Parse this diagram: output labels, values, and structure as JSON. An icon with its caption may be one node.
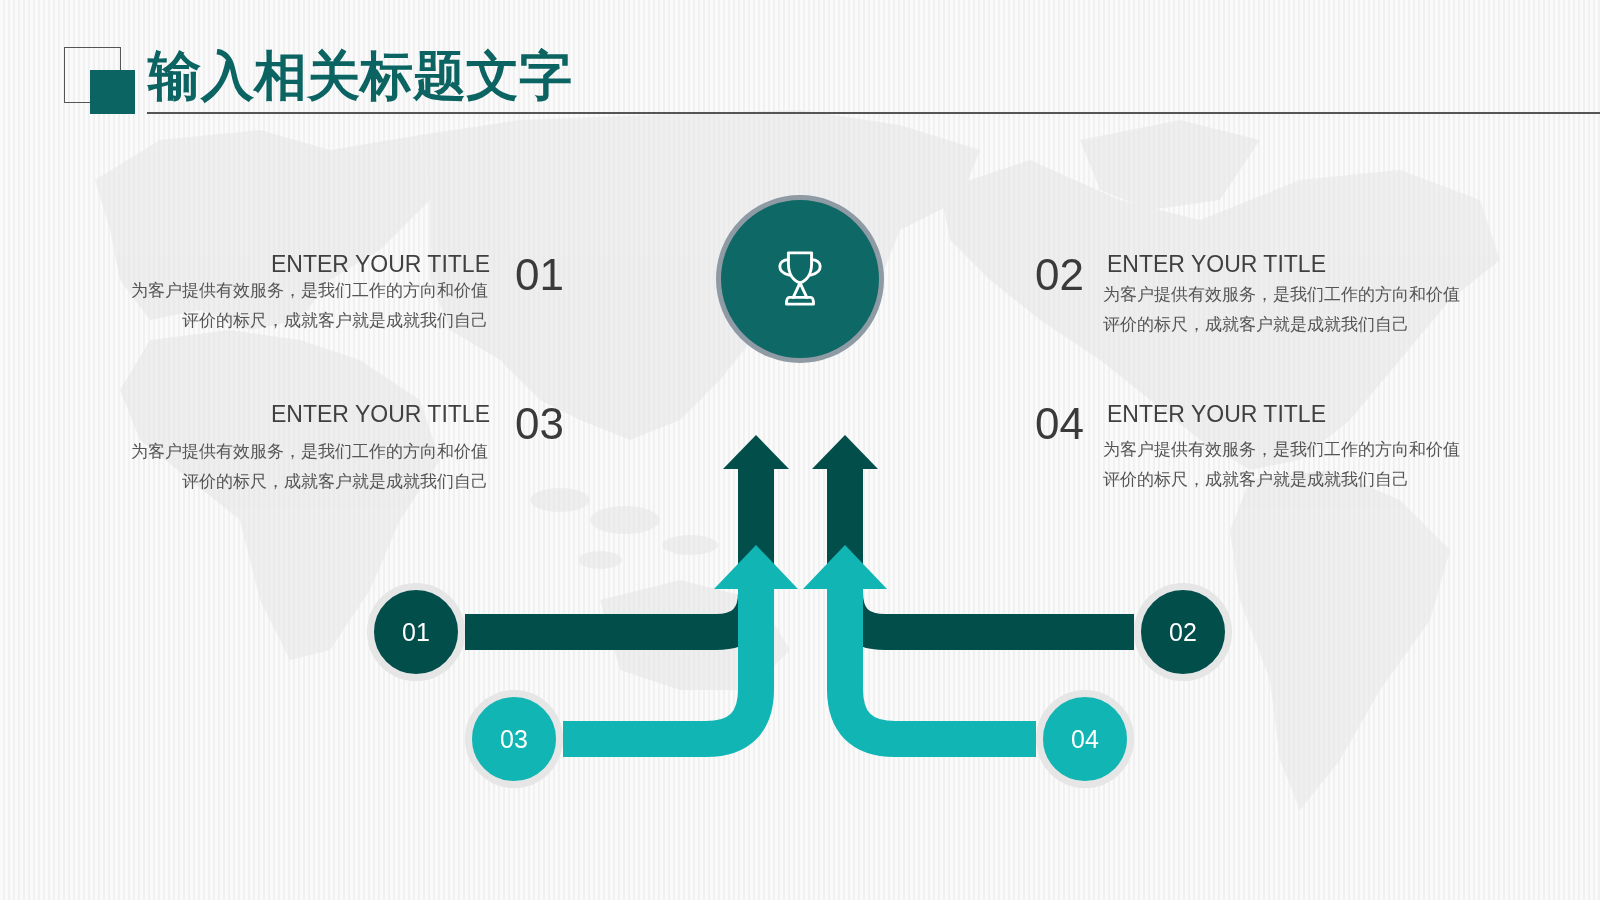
{
  "diagram": {
    "title": "输入相关标题文字",
    "nodes": [
      {
        "text": [],
        "shape": "circle"
      },
      {
        "text": [
          "01"
        ]
      },
      {
        "text": [
          "02"
        ]
      },
      {
        "text": [
          "03"
        ]
      },
      {
        "text": [
          "04"
        ]
      }
    ],
    "edges": [
      {
        "from": 1,
        "to": 0,
        "arrow": "to",
        "color": "#024e4b"
      },
      {
        "from": 2,
        "to": 0,
        "arrow": "to",
        "color": "#024e4b"
      },
      {
        "from": 3,
        "to": null,
        "arrow": "to",
        "color": "#10b5b4"
      },
      {
        "from": 4,
        "to": null,
        "arrow": "to",
        "color": "#10b5b4"
      }
    ],
    "labels": [
      "ENTER YOUR TITLE",
      "为客户提供有效服务，是我们工作的方向和价值评价的标尺，成就客户就是成就我们自己",
      "01",
      "02",
      "ENTER YOUR TITLE",
      "为客户提供有效服务，是我们工作的方向和价值评价的标尺，成就客户就是成就我们自己",
      "ENTER YOUR TITLE",
      "为客户提供有效服务，是我们工作的方向和价值评价的标尺，成就客户就是成就我们自己",
      "03",
      "04",
      "ENTER YOUR TITLE",
      "为客户提供有效服务，是我们工作的方向和价值评价的标尺，成就客户就是成就我们自己"
    ]
  }
}
